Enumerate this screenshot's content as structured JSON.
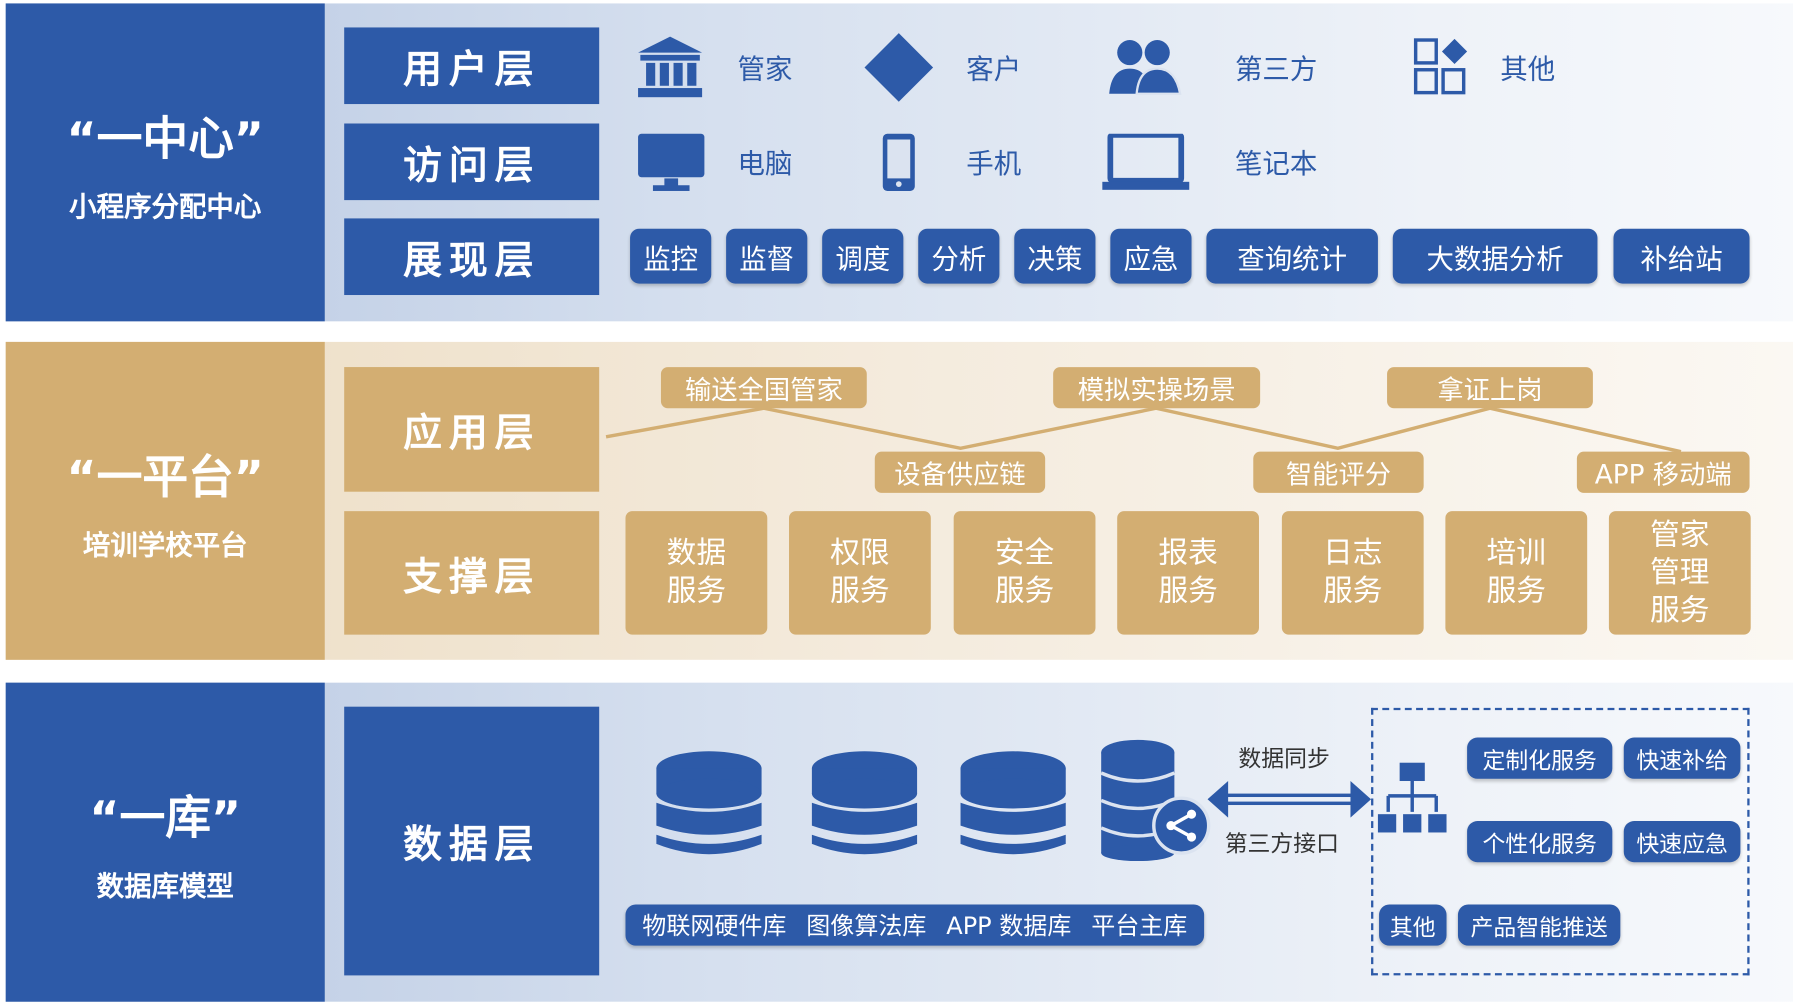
{
  "colors": {
    "blue": "#2d5aa8",
    "gold": "#d3ae72"
  },
  "center": {
    "title": "“一中心”",
    "subtitle": "小程序分配中心",
    "user_layer": {
      "label": "用户层",
      "items": [
        {
          "icon": "bank-icon",
          "label": "管家"
        },
        {
          "icon": "diamond-icon",
          "label": "客户"
        },
        {
          "icon": "users-icon",
          "label": "第三方"
        },
        {
          "icon": "apps-grid-icon",
          "label": "其他"
        }
      ]
    },
    "access_layer": {
      "label": "访问层",
      "items": [
        {
          "icon": "desktop-icon",
          "label": "电脑"
        },
        {
          "icon": "mobile-icon",
          "label": "手机"
        },
        {
          "icon": "laptop-icon",
          "label": "笔记本"
        }
      ]
    },
    "display_layer": {
      "label": "展现层",
      "items": [
        "监控",
        "监督",
        "调度",
        "分析",
        "决策",
        "应急",
        "查询统计",
        "大数据分析",
        "补给站"
      ]
    }
  },
  "platform": {
    "title": "“一平台”",
    "subtitle": "培训学校平台",
    "app_layer": {
      "label": "应用层",
      "top": [
        "输送全国管家",
        "模拟实操场景",
        "拿证上岗"
      ],
      "bottom": [
        "设备供应链",
        "智能评分",
        "APP 移动端"
      ]
    },
    "support_layer": {
      "label": "支撑层",
      "items": [
        "数据\n服务",
        "权限\n服务",
        "安全\n服务",
        "报表\n服务",
        "日志\n服务",
        "培训\n服务",
        "管家\n管理\n服务"
      ]
    }
  },
  "library": {
    "title": "“一库”",
    "subtitle": "数据库模型",
    "data_layer": {
      "label": "数据层",
      "databases": [
        "物联网硬件库",
        "图像算法库",
        "APP 数据库",
        "平台主库"
      ],
      "sync_label": "数据同步",
      "api_label": "第三方接口",
      "services": [
        "定制化服务",
        "快速补给",
        "个性化服务",
        "快速应急",
        "其他",
        "产品智能推送"
      ]
    }
  }
}
